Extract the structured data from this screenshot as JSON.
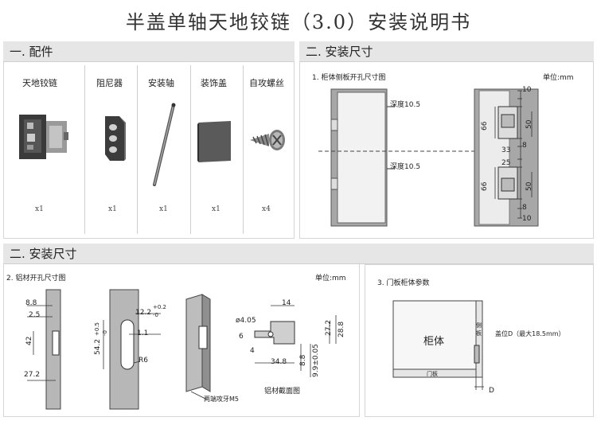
{
  "title": "半盖单轴天地铰链（3.0）安装说明书",
  "sections": {
    "parts": "一. 配件",
    "install_top": "二. 安装尺寸",
    "install_bottom": "二. 安装尺寸"
  },
  "parts": [
    {
      "name": "天地铰链",
      "qty": "x1",
      "icon": "hinge-icon"
    },
    {
      "name": "阻尼器",
      "qty": "x1",
      "icon": "damper-icon"
    },
    {
      "name": "安装轴",
      "qty": "x1",
      "icon": "shaft-icon"
    },
    {
      "name": "装饰盖",
      "qty": "x1",
      "icon": "cover-icon"
    },
    {
      "name": "自攻螺丝",
      "qty": "x4",
      "icon": "screw-icon"
    }
  ],
  "cabinet_drawing": {
    "heading": "1. 柜体侧板开孔尺寸图",
    "unit": "单位:mm",
    "depth_top": "深度10.5",
    "depth_bottom": "深度10.5",
    "dims": [
      "10",
      "66",
      "50",
      "8",
      "33",
      "25",
      "66",
      "50",
      "8",
      "10"
    ]
  },
  "aluminum_drawing": {
    "heading": "2. 铝材开孔尺寸图",
    "unit": "单位:mm",
    "dims_left": [
      "8.8",
      "2.5",
      "42",
      "27.2"
    ],
    "dims_mid": [
      "12.2",
      "+0.2",
      "-0",
      "54.2",
      "+0.5",
      "-0",
      "1.1",
      "R6"
    ],
    "thread_note": "两端攻牙M5",
    "profile_dims": [
      "14",
      "ø4.05",
      "6",
      "4",
      "34.8",
      "8.8",
      "9.9±0.05",
      "27.2",
      "28.8"
    ],
    "profile_caption": "铝材截面图"
  },
  "door_params": {
    "heading": "3. 门板柜体参数",
    "cabinet": "柜体",
    "side_panel": "侧板",
    "door": "门板",
    "overlay": "盖位D（最大18.5mm）",
    "d_label": "D"
  }
}
